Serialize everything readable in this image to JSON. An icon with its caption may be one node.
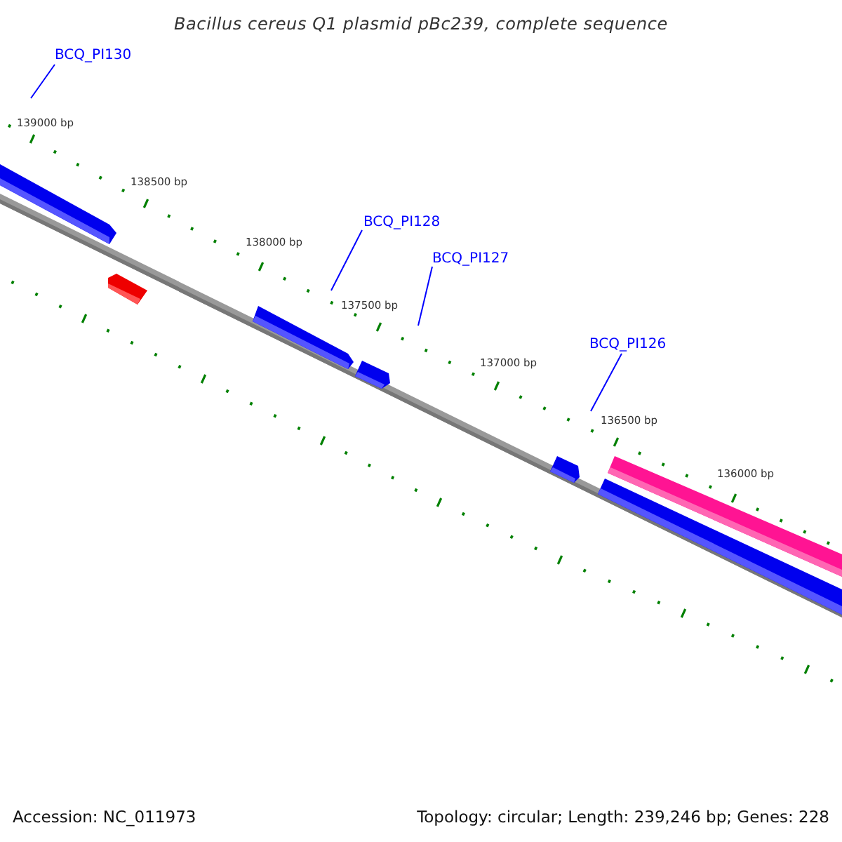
{
  "diagram": {
    "title": "Bacillus cereus Q1 plasmid pBc239, complete sequence",
    "nodes": [
      {
        "text": [
          "BCQ_PI130"
        ]
      },
      {
        "text": [
          "BCQ_PI128"
        ]
      },
      {
        "text": [
          "BCQ_PI127"
        ]
      },
      {
        "text": [
          "BCQ_PI126"
        ]
      }
    ],
    "edges": [
      {
        "from": 0,
        "to": null,
        "arrow": "none"
      },
      {
        "from": 1,
        "to": null,
        "arrow": "none"
      },
      {
        "from": 2,
        "to": null,
        "arrow": "none"
      },
      {
        "from": 3,
        "to": null,
        "arrow": "none"
      }
    ],
    "labels": [
      "139000 bp",
      "138500 bp",
      "138000 bp",
      "137500 bp",
      "137000 bp",
      "136500 bp",
      "136000 bp",
      "Accession: NC_011973",
      "Topology: circular; Length: 239,246 bp; Genes: 228"
    ]
  }
}
